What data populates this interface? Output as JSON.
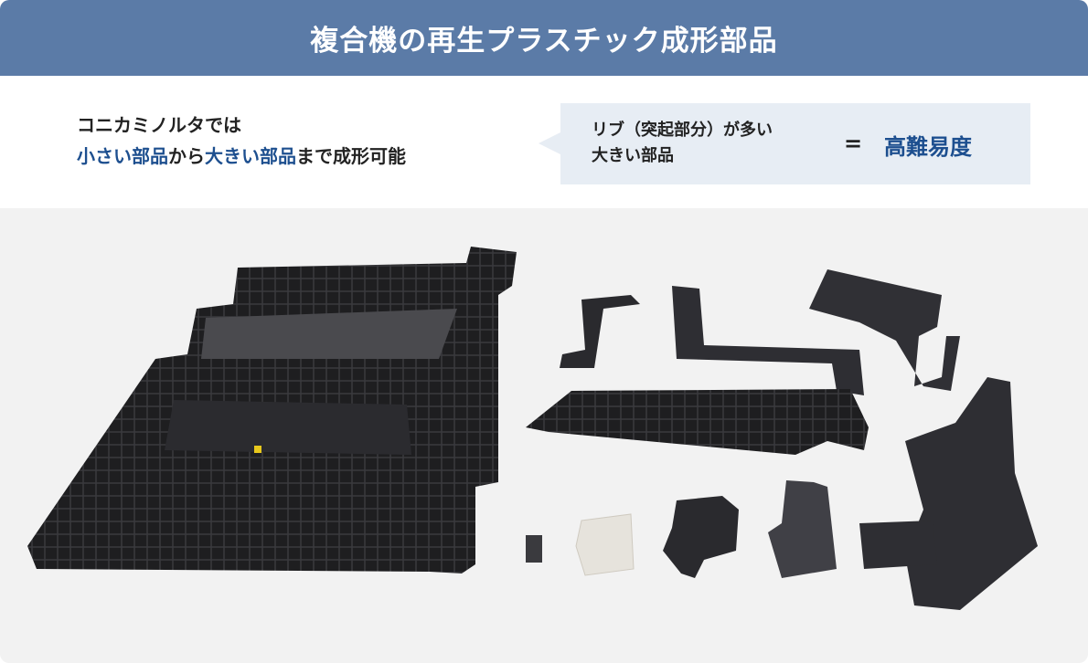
{
  "header": {
    "title": "複合機の再生プラスチック成形部品"
  },
  "intro": {
    "line1": "コニカミノルタでは",
    "line2_part1": "小さい部品",
    "line2_part2": "から",
    "line2_part3": "大きい部品",
    "line2_part4": "まで成形可能"
  },
  "callout": {
    "line1": "リブ（突起部分）が多い",
    "line2": "大きい部品",
    "equals": "=",
    "result": "高難易度"
  },
  "colors": {
    "header_bg": "#5b7ba7",
    "accent_blue": "#1d4f8f",
    "callout_bg": "#e7edf4",
    "photo_bg": "#f2f2f2"
  }
}
